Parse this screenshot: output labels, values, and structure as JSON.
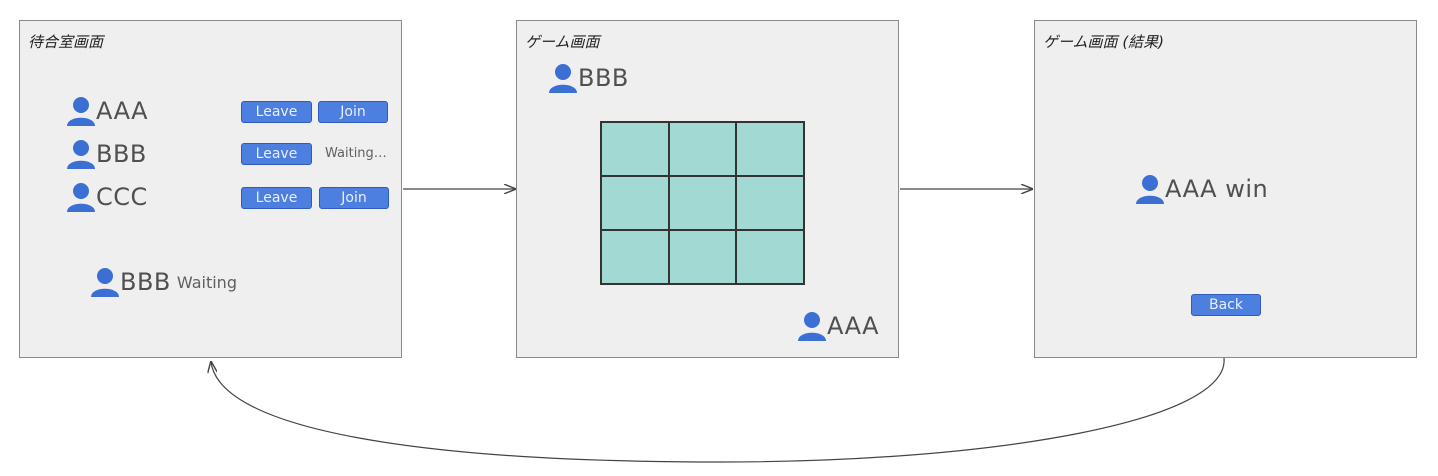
{
  "screens": {
    "waiting_room": {
      "title": "待合室画面",
      "users": [
        {
          "name": "AAA",
          "leave_label": "Leave",
          "action_label": "Join",
          "action_type": "button"
        },
        {
          "name": "BBB",
          "leave_label": "Leave",
          "action_label": "Waiting…",
          "action_type": "status"
        },
        {
          "name": "CCC",
          "leave_label": "Leave",
          "action_label": "Join",
          "action_type": "button"
        }
      ],
      "self_status": {
        "name": "BBB",
        "status": "Waiting"
      }
    },
    "game": {
      "title": "ゲーム画面",
      "top_player": "BBB",
      "bottom_player": "AAA",
      "board": {
        "rows": 3,
        "cols": 3,
        "cell_color": "#a3d9d3"
      }
    },
    "result": {
      "title": "ゲーム画面 (結果)",
      "winner_text": "AAA win",
      "back_label": "Back"
    }
  },
  "icons": {
    "user": "user-icon"
  },
  "colors": {
    "accent": "#4d7fe0",
    "icon": "#3b6fd4",
    "frame_bg": "#efefef",
    "board_cell": "#a3d9d3"
  }
}
